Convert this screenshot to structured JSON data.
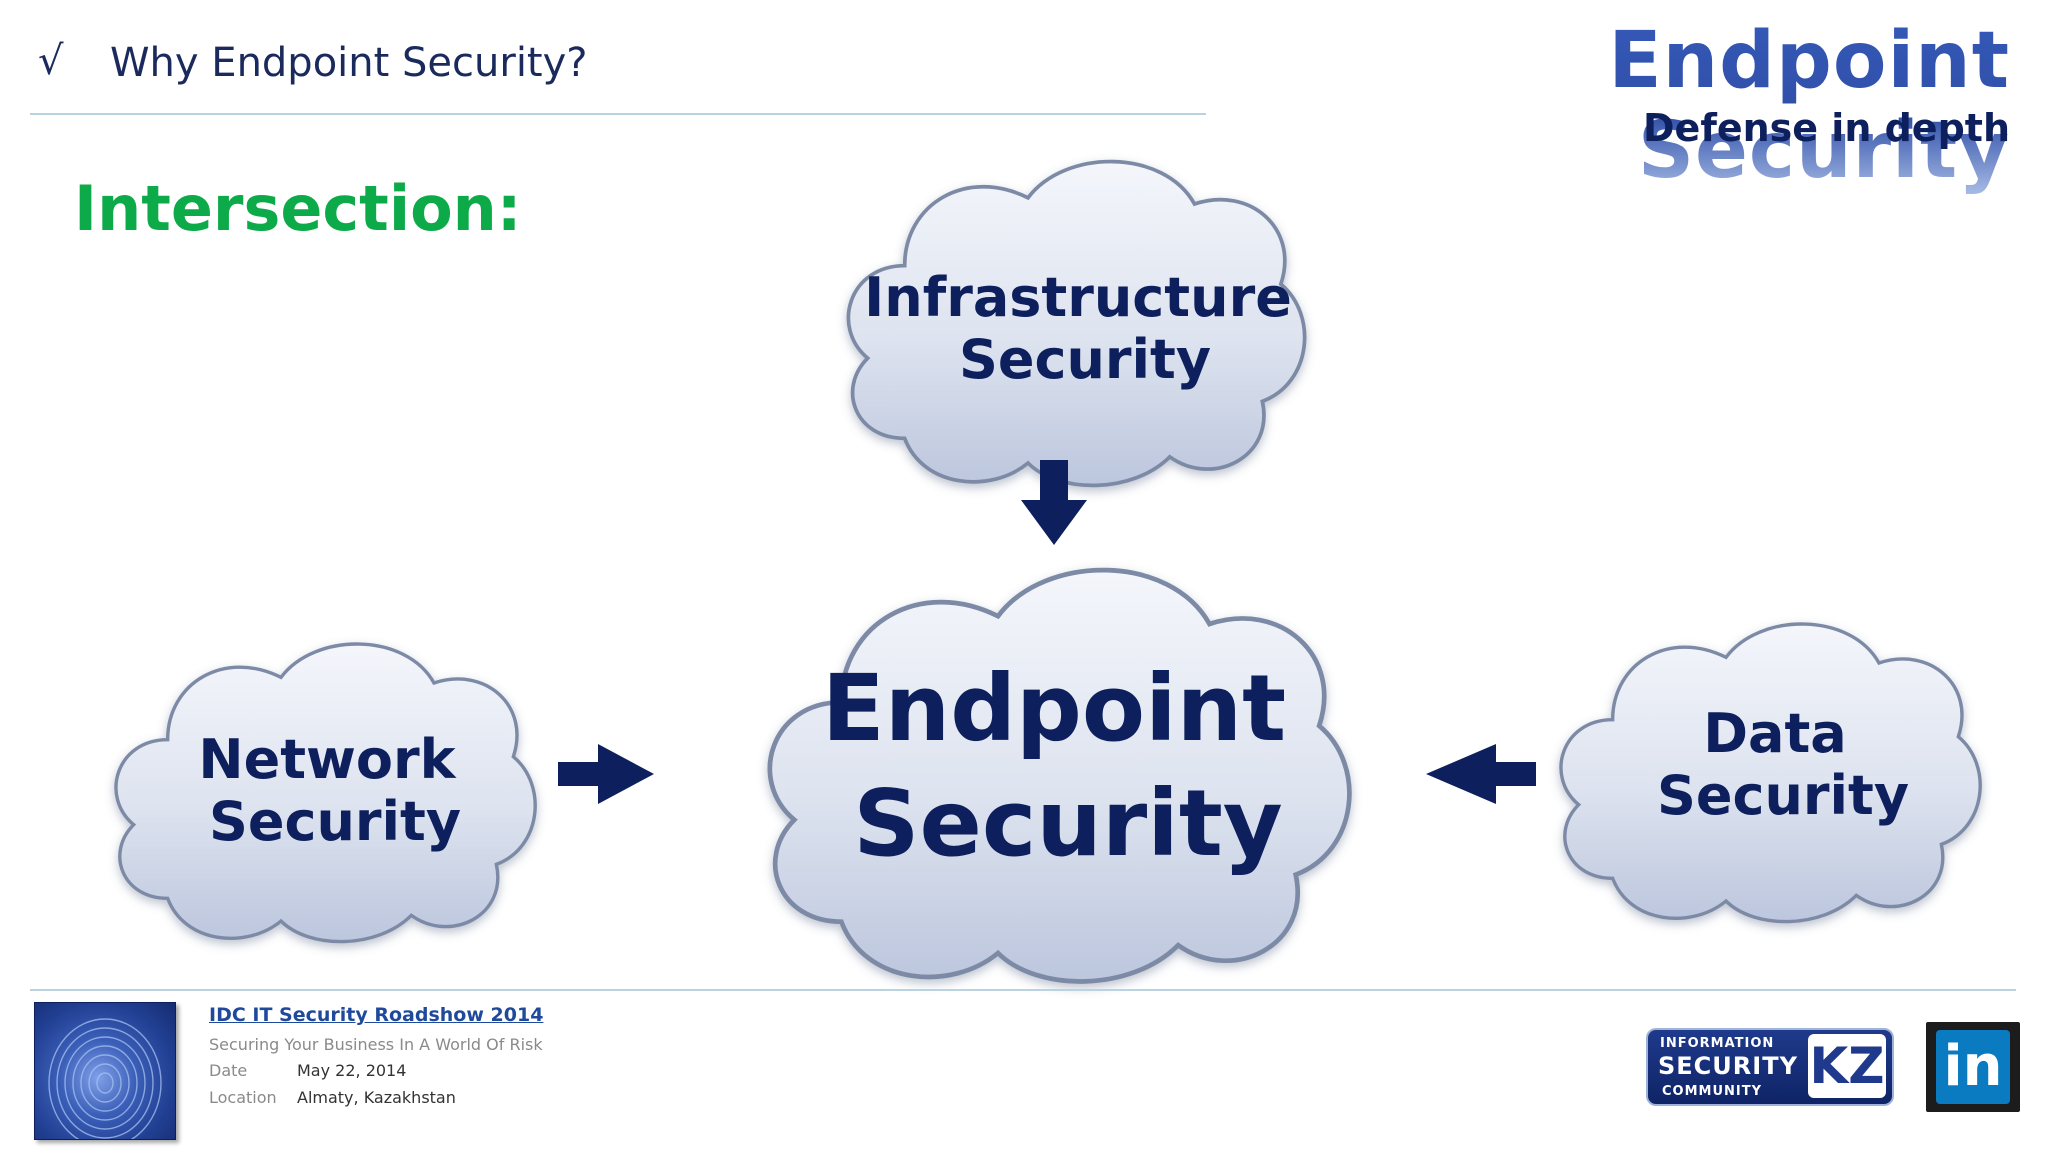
{
  "header": {
    "check_symbol": "√",
    "subtitle": "Why Endpoint Security?",
    "brand_title": "Endpoint Security",
    "brand_subtitle": "Defense in depth"
  },
  "heading": "Intersection:",
  "clouds": {
    "infrastructure": {
      "line1": "Infrastructure",
      "line2": "Security"
    },
    "center": {
      "line1": "Endpoint",
      "line2": "Security"
    },
    "network": {
      "line1": "Network",
      "line2": "Security"
    },
    "data": {
      "line1": "Data",
      "line2": "Security"
    }
  },
  "footer": {
    "event_title": "IDC IT Security Roadshow 2014",
    "tagline": "Securing Your Business In A World Of Risk",
    "date_label": "Date",
    "date_value": "May 22, 2014",
    "location_label": "Location",
    "location_value": "Almaty, Kazakhstan"
  },
  "logos": {
    "isc_line1": "INFORMATION",
    "isc_line2": "SECURITY",
    "isc_line3": "COMMUNITY",
    "isc_kz": "KZ",
    "linkedin": "in"
  },
  "colors": {
    "navy": "#0d1f5c",
    "green": "#0daa4a",
    "cloud_fill_top": "#f4f6fb",
    "cloud_fill_bottom": "#bcc6dd",
    "arrow": "#0d1f5c"
  }
}
